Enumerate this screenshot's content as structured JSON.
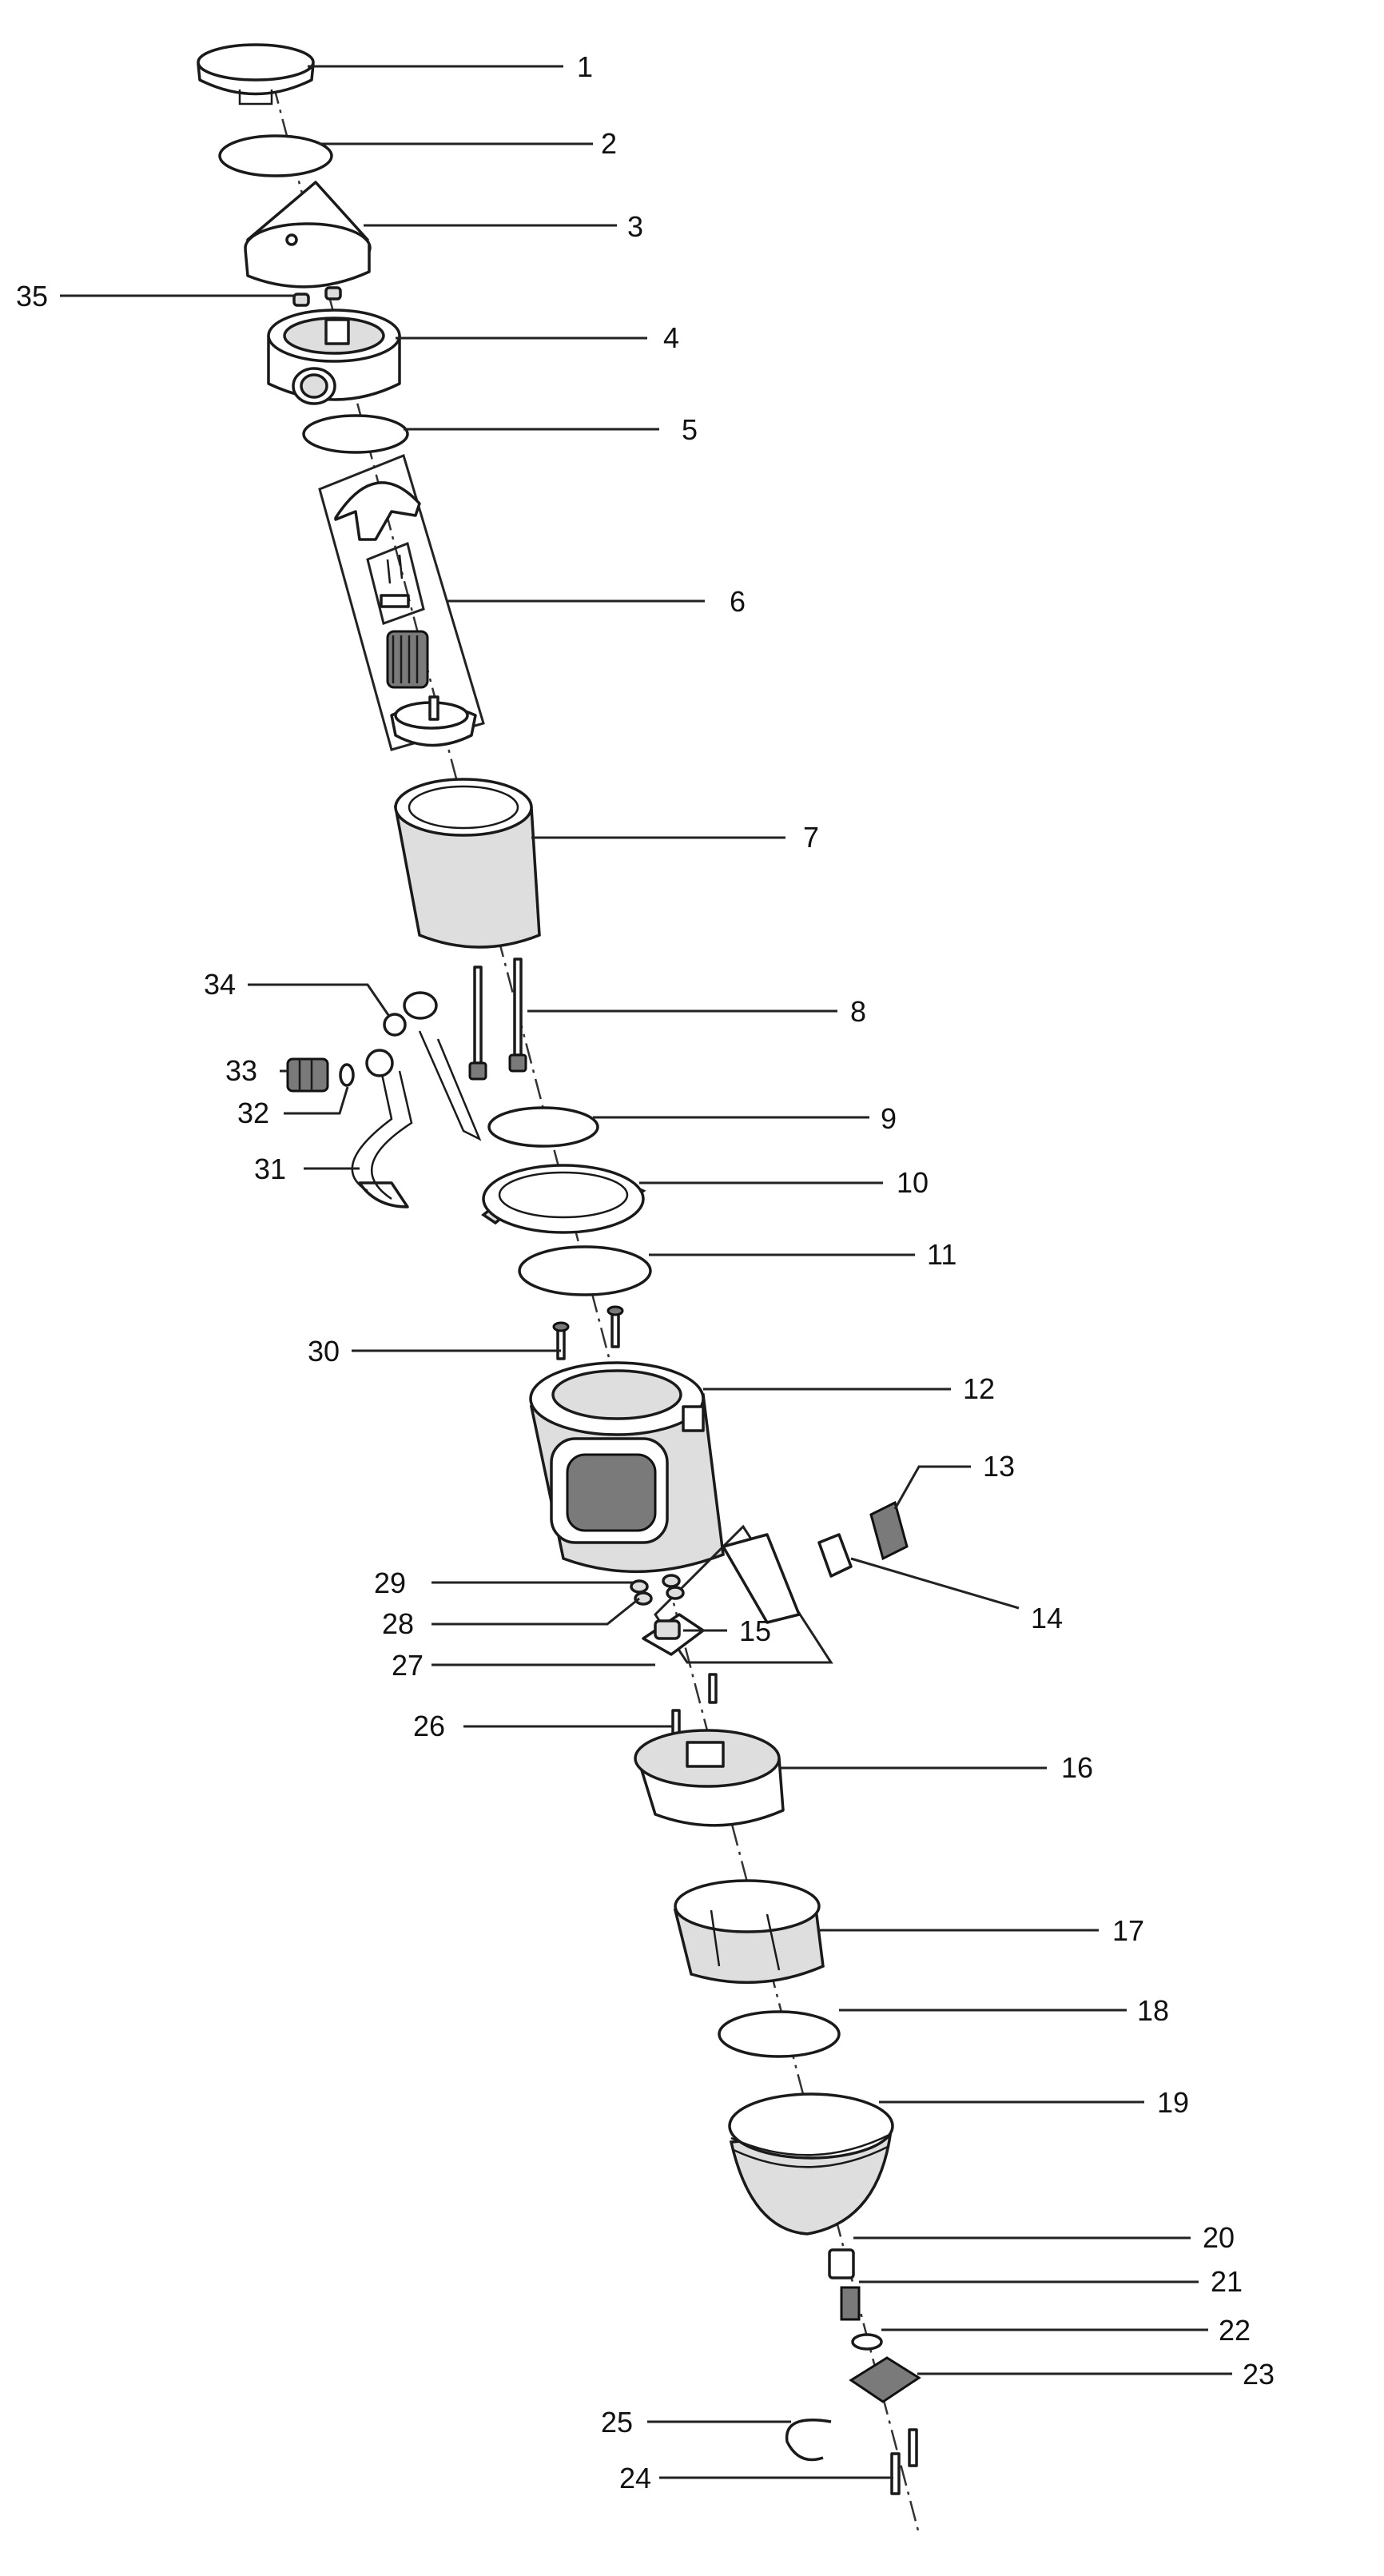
{
  "callouts": [
    {
      "id": "c1",
      "label": "1"
    },
    {
      "id": "c2",
      "label": "2"
    },
    {
      "id": "c3",
      "label": "3"
    },
    {
      "id": "c4",
      "label": "4"
    },
    {
      "id": "c5",
      "label": "5"
    },
    {
      "id": "c6",
      "label": "6"
    },
    {
      "id": "c7",
      "label": "7"
    },
    {
      "id": "c8",
      "label": "8"
    },
    {
      "id": "c9",
      "label": "9"
    },
    {
      "id": "c10",
      "label": "10"
    },
    {
      "id": "c11",
      "label": "11"
    },
    {
      "id": "c12",
      "label": "12"
    },
    {
      "id": "c13",
      "label": "13"
    },
    {
      "id": "c14",
      "label": "14"
    },
    {
      "id": "c15",
      "label": "15"
    },
    {
      "id": "c16",
      "label": "16"
    },
    {
      "id": "c17",
      "label": "17"
    },
    {
      "id": "c18",
      "label": "18"
    },
    {
      "id": "c19",
      "label": "19"
    },
    {
      "id": "c20",
      "label": "20"
    },
    {
      "id": "c21",
      "label": "21"
    },
    {
      "id": "c22",
      "label": "22"
    },
    {
      "id": "c23",
      "label": "23"
    },
    {
      "id": "c24",
      "label": "24"
    },
    {
      "id": "c25",
      "label": "25"
    },
    {
      "id": "c26",
      "label": "26"
    },
    {
      "id": "c27",
      "label": "27"
    },
    {
      "id": "c28",
      "label": "28"
    },
    {
      "id": "c29",
      "label": "29"
    },
    {
      "id": "c30",
      "label": "30"
    },
    {
      "id": "c31",
      "label": "31"
    },
    {
      "id": "c32",
      "label": "32"
    },
    {
      "id": "c33",
      "label": "33"
    },
    {
      "id": "c34",
      "label": "34"
    },
    {
      "id": "c35",
      "label": "35"
    }
  ]
}
